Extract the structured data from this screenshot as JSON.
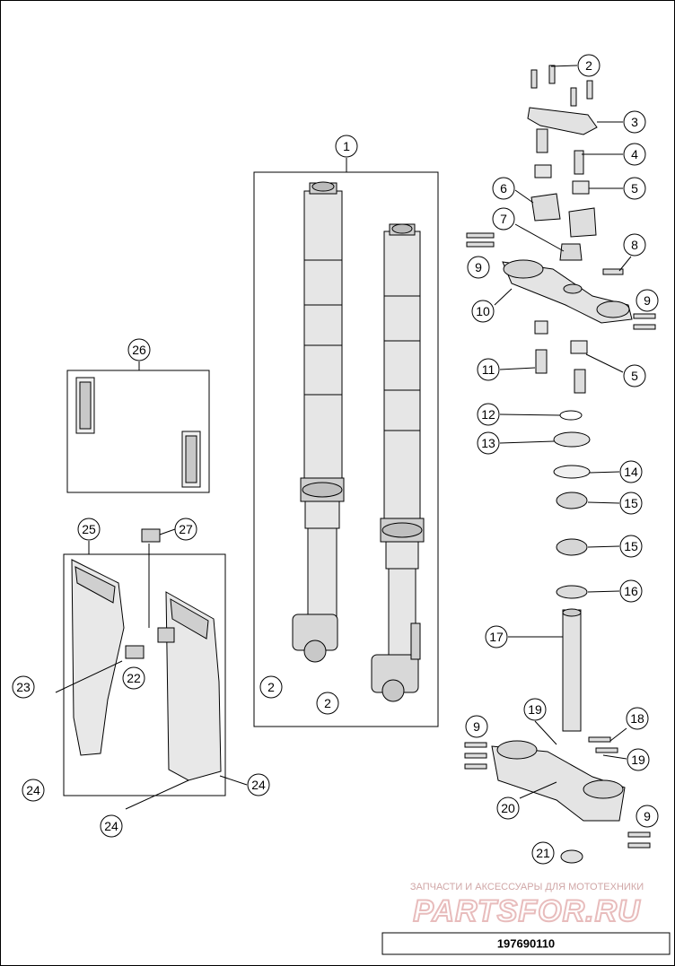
{
  "diagram": {
    "callouts": [
      "1",
      "2",
      "3",
      "4",
      "5",
      "6",
      "7",
      "8",
      "9",
      "10",
      "11",
      "12",
      "13",
      "14",
      "15",
      "16",
      "17",
      "18",
      "19",
      "20",
      "21",
      "22",
      "23",
      "24",
      "25",
      "26",
      "27"
    ],
    "watermark": {
      "subtitle": "ЗАПЧАСТИ И АКСЕССУАРЫ ДЛЯ МОТОТЕХНИКИ",
      "brand": "PARTSFOR.RU"
    },
    "footer": {
      "code": "197690110"
    }
  }
}
